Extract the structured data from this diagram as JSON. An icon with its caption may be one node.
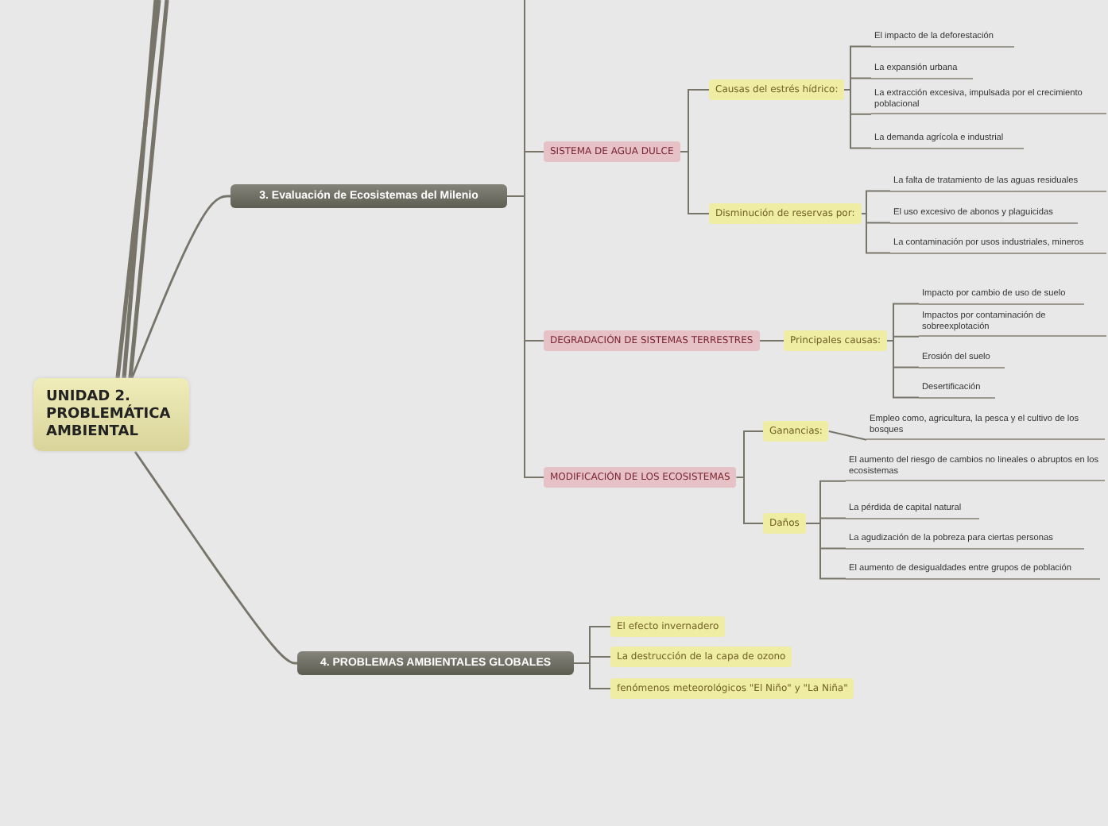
{
  "diagram": {
    "nodes": [
      {
        "text": [
          "UNIDAD 2. PROBLEMÁTICA AMBIENTAL"
        ]
      },
      {
        "text": [
          "3. Evaluación de Ecosistemas del Milenio"
        ]
      },
      {
        "text": [
          "SISTEMA DE AGUA DULCE"
        ]
      },
      {
        "text": [
          "Causas del estrés hídrico:"
        ]
      },
      {
        "text": [
          "El impacto de la deforestación"
        ]
      },
      {
        "text": [
          "La expansión urbana"
        ]
      },
      {
        "text": [
          "La extracción excesiva, impulsada por el crecimiento poblacional"
        ]
      },
      {
        "text": [
          "La demanda agrícola e industrial"
        ]
      },
      {
        "text": [
          "Disminución de reservas por:"
        ]
      },
      {
        "text": [
          "La falta de tratamiento de las aguas residuales"
        ]
      },
      {
        "text": [
          "El uso excesivo de abonos y plaguicidas"
        ]
      },
      {
        "text": [
          "La contaminación por usos industriales, mineros"
        ]
      },
      {
        "text": [
          "DEGRADACIÓN DE SISTEMAS TERRESTRES"
        ]
      },
      {
        "text": [
          "Principales causas:"
        ]
      },
      {
        "text": [
          "Impacto por cambio de uso de suelo"
        ]
      },
      {
        "text": [
          "Impactos por contaminación de sobreexplotación"
        ]
      },
      {
        "text": [
          "Erosión del suelo"
        ]
      },
      {
        "text": [
          "Desertificación"
        ]
      },
      {
        "text": [
          "MODIFICACIÓN DE LOS ECOSISTEMAS"
        ]
      },
      {
        "text": [
          "Ganancias:"
        ]
      },
      {
        "text": [
          "Empleo como, agricultura, la pesca y el cultivo de los bosques"
        ]
      },
      {
        "text": [
          "Daños"
        ]
      },
      {
        "text": [
          "El aumento del riesgo de cambios no lineales o abruptos en los ecosistemas"
        ]
      },
      {
        "text": [
          "La pérdida de capital natural"
        ]
      },
      {
        "text": [
          "La agudización de la pobreza para ciertas personas"
        ]
      },
      {
        "text": [
          "El aumento de desigualdades entre grupos de población"
        ]
      },
      {
        "text": [
          "4. PROBLEMAS AMBIENTALES GLOBALES"
        ]
      },
      {
        "text": [
          "El efecto invernadero"
        ]
      },
      {
        "text": [
          "La destrucción de la capa de ozono"
        ]
      },
      {
        "text": [
          "fenómenos meteorológicos \"El Niño\" y \"La Niña\""
        ]
      }
    ],
    "edges": [
      {
        "from": 0,
        "to": null,
        "arrow": "none",
        "style": "thick"
      },
      {
        "from": 0,
        "to": null,
        "arrow": "none",
        "style": "thick"
      },
      {
        "from": 0,
        "to": null,
        "arrow": "none",
        "style": "thick"
      },
      {
        "from": 0,
        "to": 1,
        "arrow": "none"
      },
      {
        "from": 0,
        "to": 26,
        "arrow": "none"
      },
      {
        "from": 1,
        "to": null,
        "arrow": "none"
      },
      {
        "from": 1,
        "to": 2,
        "arrow": "none"
      },
      {
        "from": 1,
        "to": 12,
        "arrow": "none"
      },
      {
        "from": 1,
        "to": 18,
        "arrow": "none"
      },
      {
        "from": 2,
        "to": 3,
        "arrow": "none"
      },
      {
        "from": 2,
        "to": 8,
        "arrow": "none"
      },
      {
        "from": 3,
        "to": 4,
        "arrow": "none"
      },
      {
        "from": 3,
        "to": 5,
        "arrow": "none"
      },
      {
        "from": 3,
        "to": 6,
        "arrow": "none"
      },
      {
        "from": 3,
        "to": 7,
        "arrow": "none"
      },
      {
        "from": 8,
        "to": 9,
        "arrow": "none"
      },
      {
        "from": 8,
        "to": 10,
        "arrow": "none"
      },
      {
        "from": 8,
        "to": 11,
        "arrow": "none"
      },
      {
        "from": 12,
        "to": 13,
        "arrow": "none"
      },
      {
        "from": 13,
        "to": 14,
        "arrow": "none"
      },
      {
        "from": 13,
        "to": 15,
        "arrow": "none"
      },
      {
        "from": 13,
        "to": 16,
        "arrow": "none"
      },
      {
        "from": 13,
        "to": 17,
        "arrow": "none"
      },
      {
        "from": 18,
        "to": 19,
        "arrow": "none"
      },
      {
        "from": 18,
        "to": 21,
        "arrow": "none"
      },
      {
        "from": 19,
        "to": 20,
        "arrow": "none"
      },
      {
        "from": 21,
        "to": 22,
        "arrow": "none"
      },
      {
        "from": 21,
        "to": 23,
        "arrow": "none"
      },
      {
        "from": 21,
        "to": 24,
        "arrow": "none"
      },
      {
        "from": 21,
        "to": 25,
        "arrow": "none"
      },
      {
        "from": 26,
        "to": 27,
        "arrow": "none"
      },
      {
        "from": 26,
        "to": 28,
        "arrow": "none"
      },
      {
        "from": 26,
        "to": 29,
        "arrow": "none"
      }
    ]
  }
}
